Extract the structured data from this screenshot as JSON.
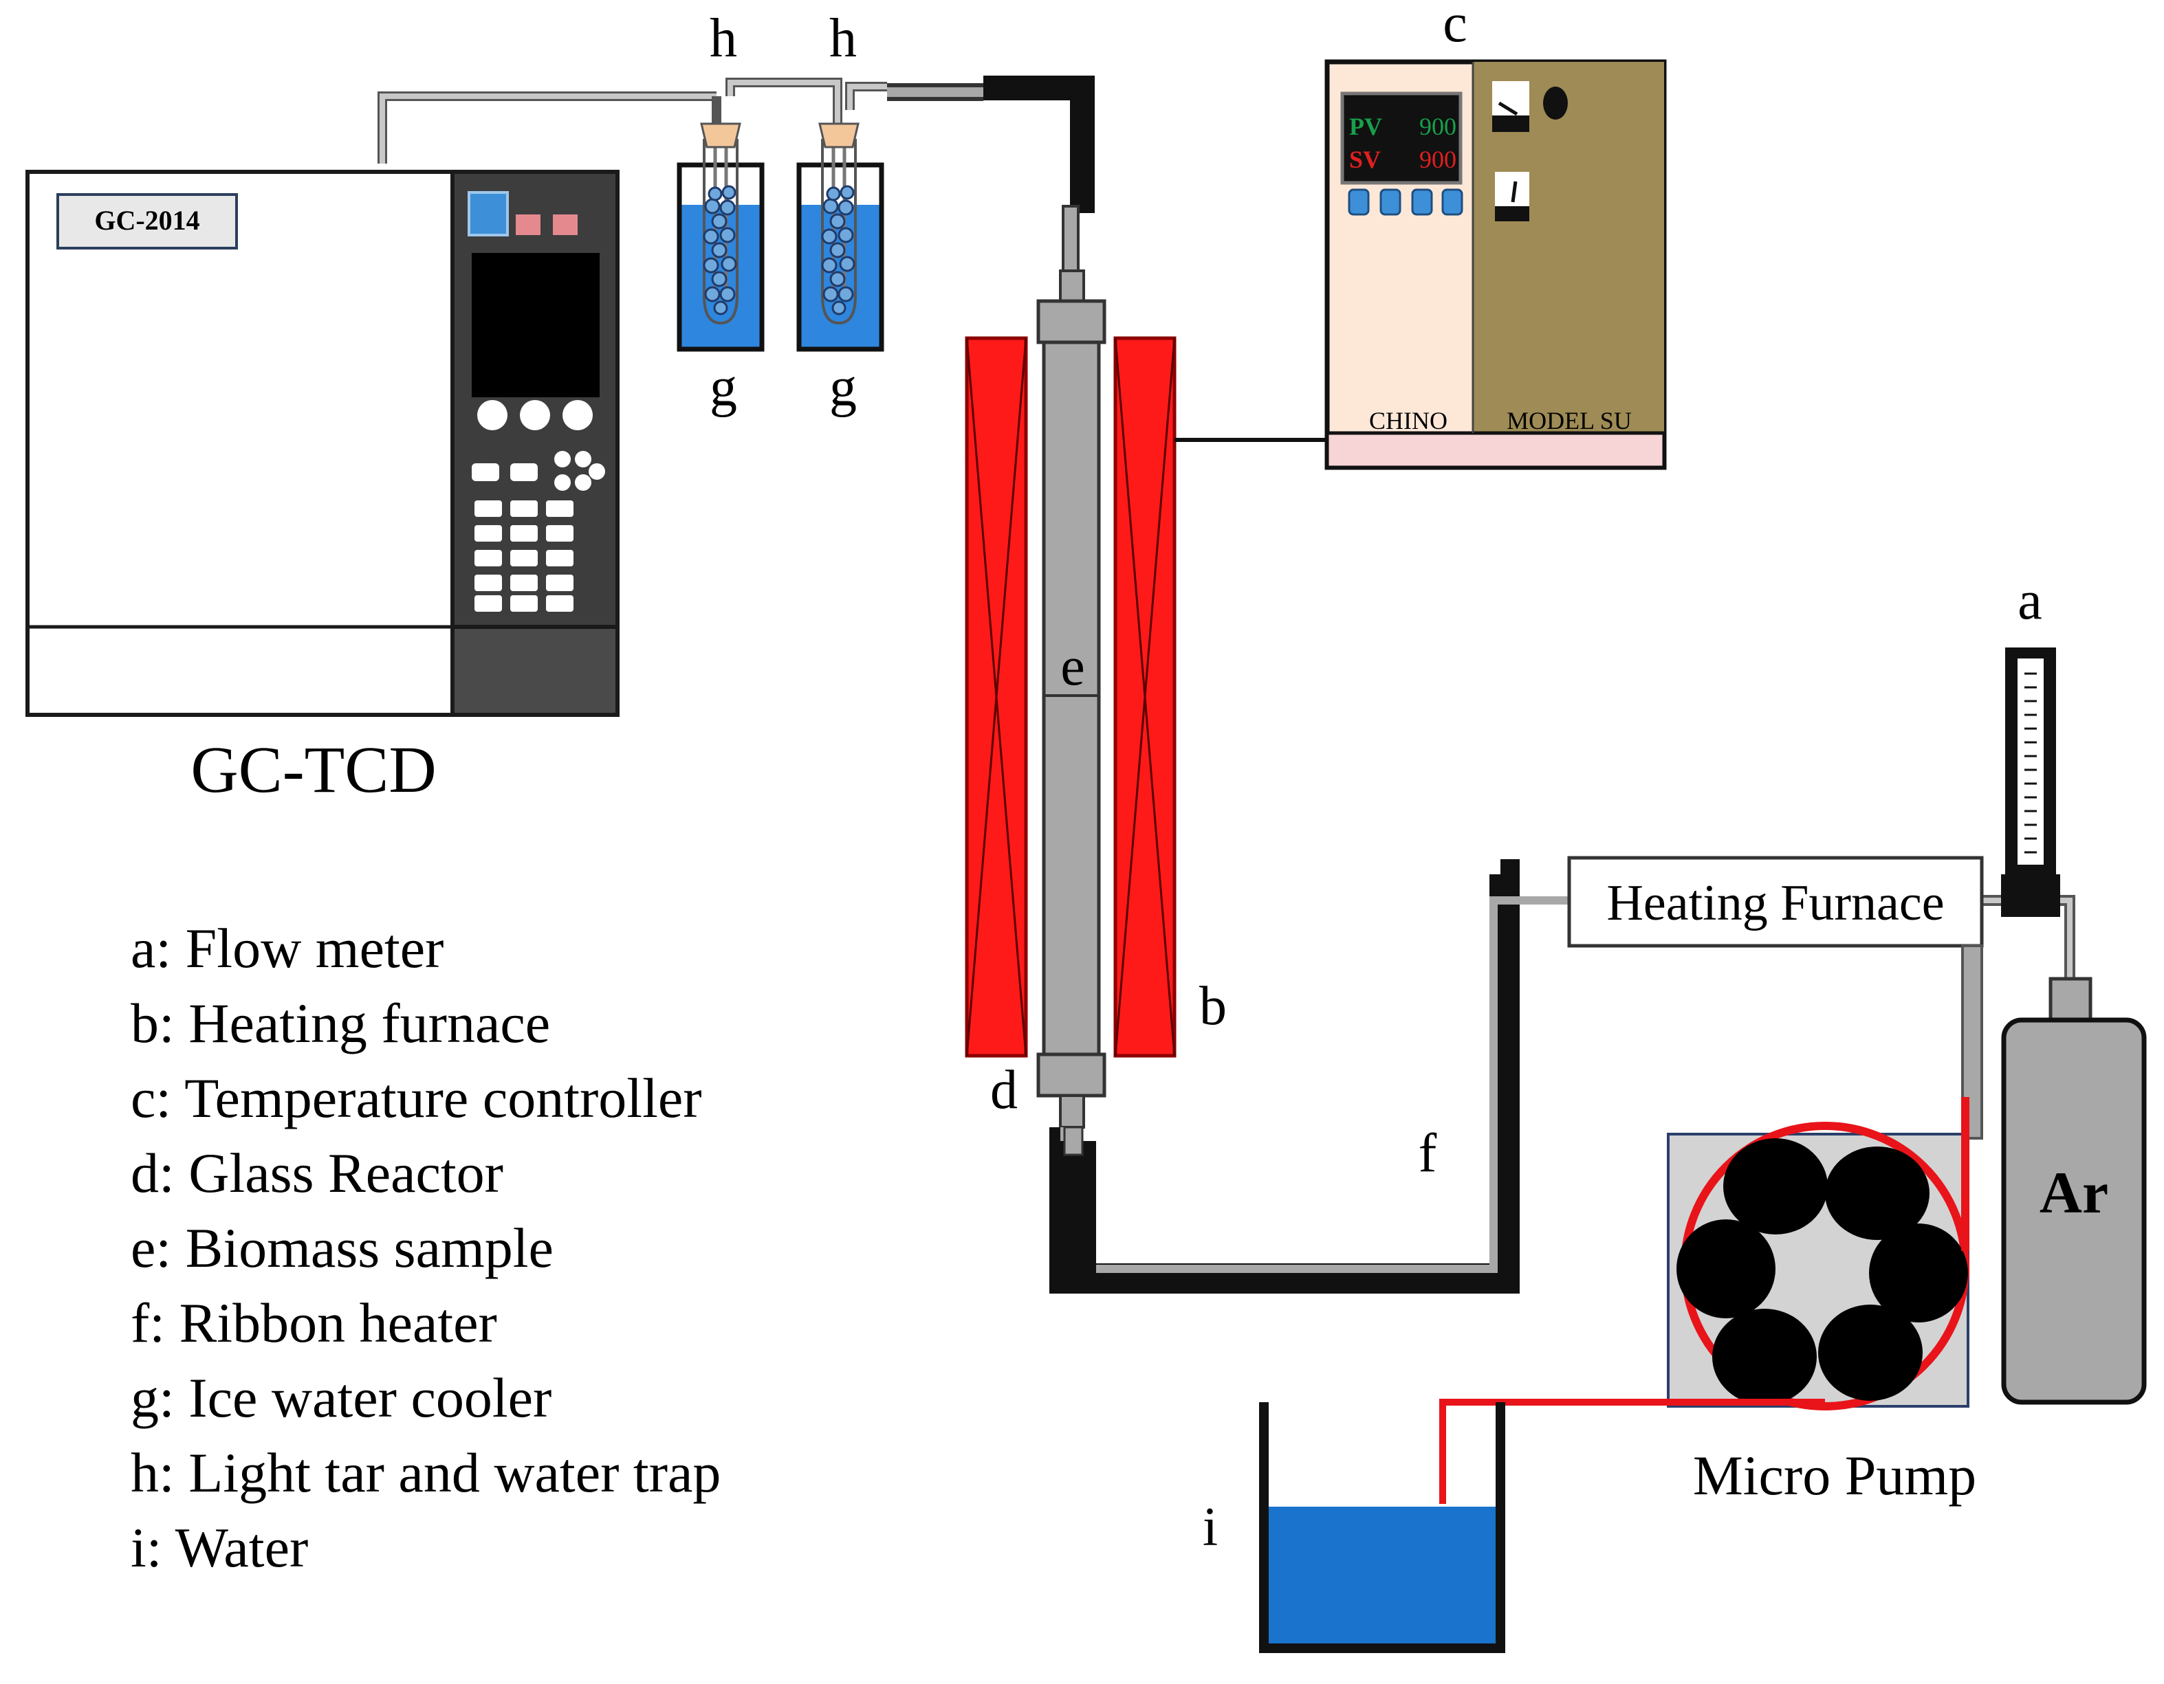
{
  "instrument": {
    "model_badge": "GC-2014",
    "name": "GC-TCD"
  },
  "controller": {
    "label": "c",
    "pv_label": "PV",
    "pv_value": "900",
    "sv_label": "SV",
    "sv_value": "900",
    "brand": "CHINO",
    "model": "MODEL SU"
  },
  "labels": {
    "trap_left": "h",
    "trap_right": "h",
    "cooler_left": "g",
    "cooler_right": "g",
    "flow_meter": "a",
    "heating_furnace": "b",
    "reactor": "d",
    "sample": "e",
    "ribbon_heater": "f",
    "water": "i"
  },
  "preheater": {
    "text": "Heating Furnace"
  },
  "pump": {
    "text": "Micro Pump"
  },
  "gas_cylinder": {
    "text": "Ar"
  },
  "legend": [
    "a: Flow meter",
    "b: Heating furnace",
    "c: Temperature controller",
    "d: Glass Reactor",
    "e: Biomass sample",
    "f: Ribbon heater",
    "g: Ice water cooler",
    "h: Light tar and water trap",
    "i: Water"
  ],
  "colors": {
    "furnace_red": "#ff1a1a",
    "water_blue": "#1a73cc",
    "cooler_blue": "#2e86de",
    "controller_panel": "#fde8d8",
    "controller_side": "#9e8b55",
    "tube_gray": "#a8a8a8",
    "feed_line_red": "#e8141a"
  }
}
